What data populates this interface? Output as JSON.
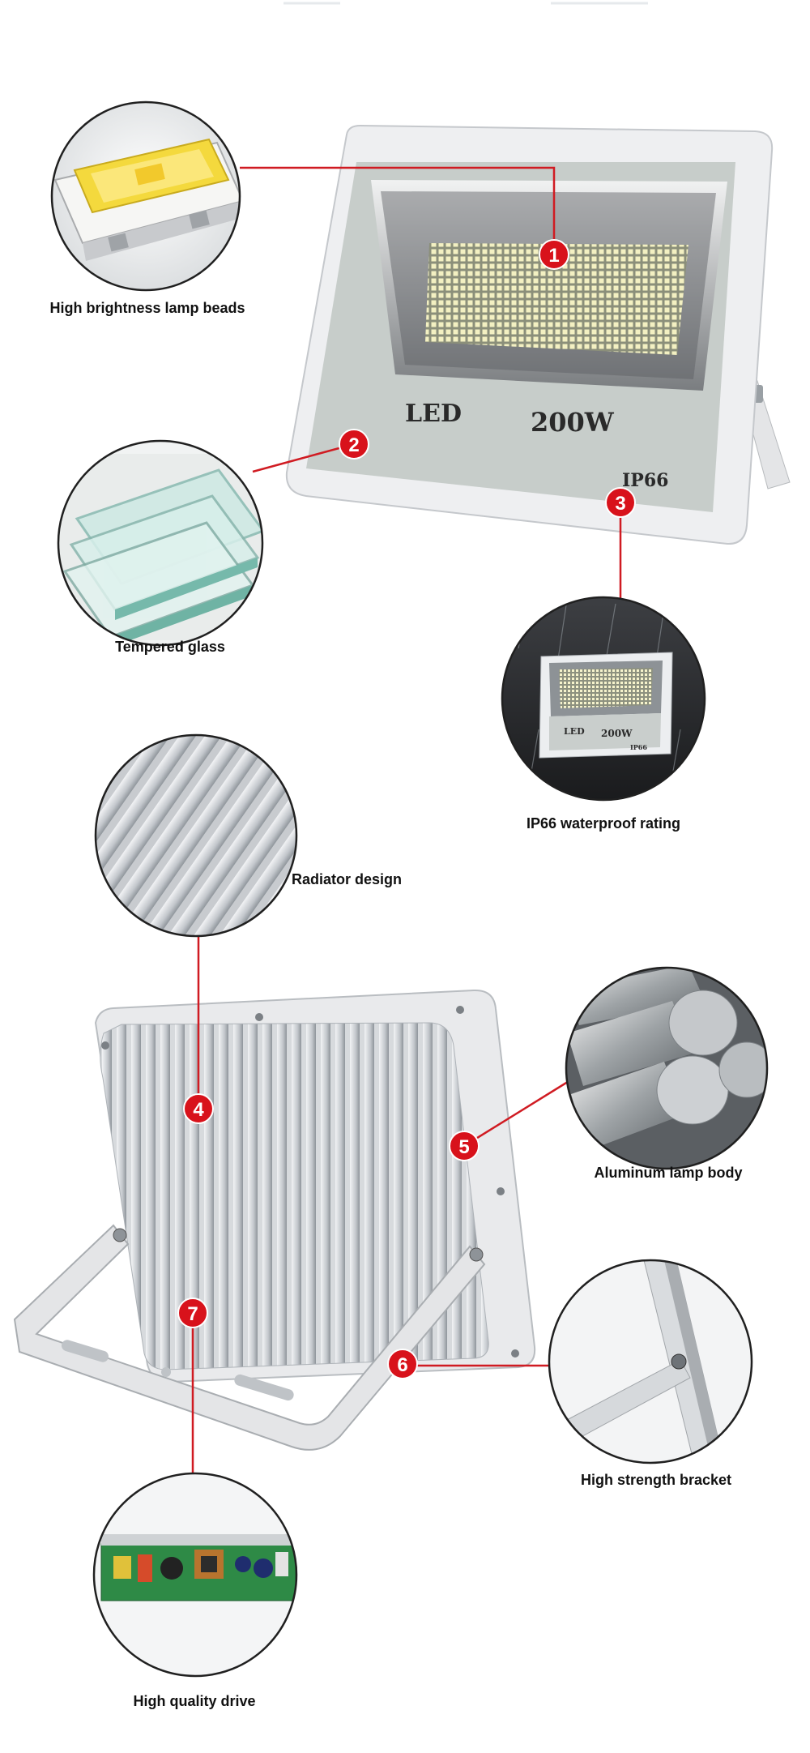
{
  "features": [
    {
      "number": "1",
      "label": "High brightness lamp beads"
    },
    {
      "number": "2",
      "label": "Tempered glass"
    },
    {
      "number": "3",
      "label": "IP66 waterproof rating"
    },
    {
      "number": "4",
      "label": "Radiator design"
    },
    {
      "number": "5",
      "label": "Aluminum lamp body"
    },
    {
      "number": "6",
      "label": "High strength bracket"
    },
    {
      "number": "7",
      "label": "High quality drive"
    }
  ],
  "product_front": {
    "brand": "LED",
    "power": "200W",
    "rating": "IP66"
  },
  "colors": {
    "badge": "#d8121b",
    "leader_line": "#d01b22",
    "housing": "#e8e8ea",
    "panel": "#c9cfcc"
  }
}
